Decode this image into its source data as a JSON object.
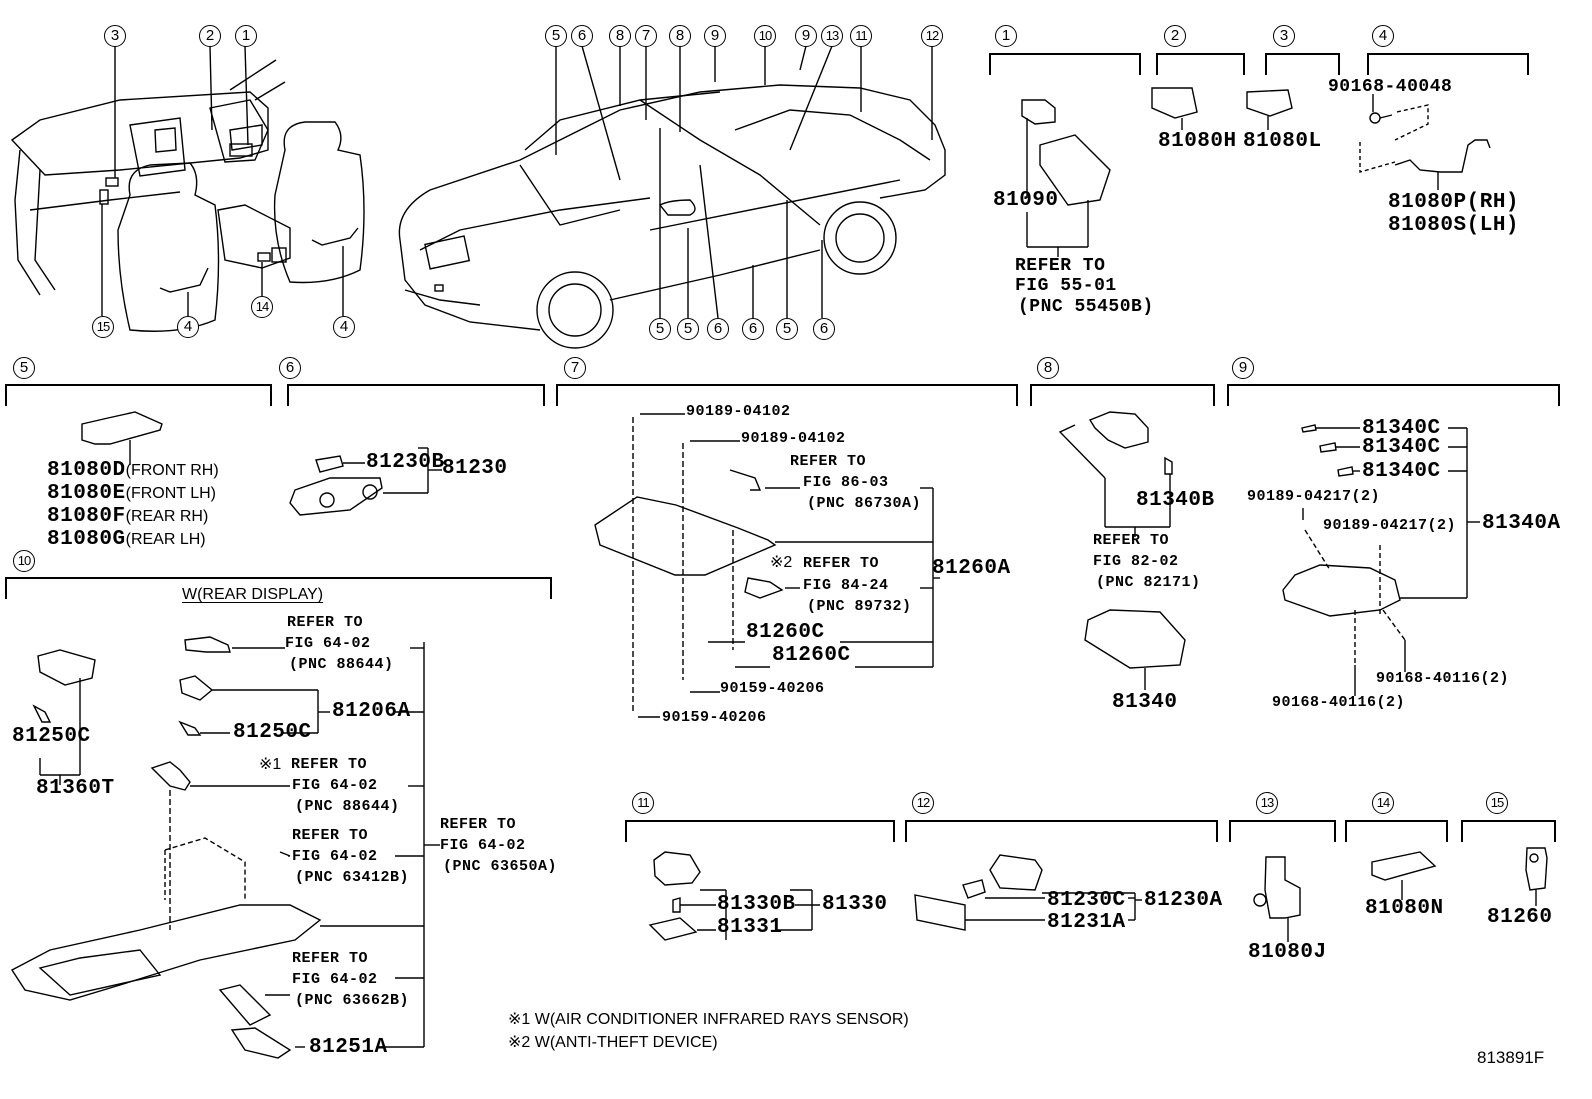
{
  "figure_id": "813891F",
  "overview": {
    "interior_callouts": [
      "3",
      "2",
      "1",
      "15",
      "4",
      "14",
      "4"
    ],
    "exterior_top_callouts": [
      "5",
      "6",
      "8",
      "7",
      "8",
      "9",
      "10",
      "9",
      "13",
      "11",
      "12"
    ],
    "exterior_bottom_callouts": [
      "5",
      "5",
      "6",
      "6",
      "5",
      "6"
    ]
  },
  "sections": {
    "s1": {
      "number": "1",
      "part": "81090",
      "refer": [
        "REFER TO",
        "FIG 55-01",
        "(PNC 55450B)"
      ]
    },
    "s2": {
      "number": "2",
      "part": "81080H"
    },
    "s3": {
      "number": "3",
      "part": "81080L"
    },
    "s4": {
      "number": "4",
      "screw": "90168-40048",
      "part_rh": "81080P(RH)",
      "part_lh": "81080S(LH)"
    },
    "s5": {
      "number": "5",
      "parts": [
        {
          "pn": "81080D",
          "desc": "(FRONT RH)"
        },
        {
          "pn": "81080E",
          "desc": "(FRONT LH)"
        },
        {
          "pn": "81080F",
          "desc": "(REAR RH)"
        },
        {
          "pn": "81080G",
          "desc": "(REAR LH)"
        }
      ]
    },
    "s6": {
      "number": "6",
      "bulb": "81230B",
      "assy": "81230"
    },
    "s7": {
      "number": "7",
      "clip1": "90189-04102",
      "clip2": "90189-04102",
      "refer1": [
        "REFER TO",
        "FIG 86-03",
        "(PNC 86730A)"
      ],
      "refer2_mark": "※2",
      "refer2": [
        "REFER TO",
        "FIG 84-24",
        "(PNC 89732)"
      ],
      "bulb1": "81260C",
      "bulb2": "81260C",
      "screw1": "90159-40206",
      "screw2": "90159-40206",
      "assy": "81260A"
    },
    "s8": {
      "number": "8",
      "bulb": "81340B",
      "refer": [
        "REFER TO",
        "FIG 82-02",
        "(PNC 82171)"
      ],
      "assy": "81340"
    },
    "s9": {
      "number": "9",
      "bulbs": [
        "81340C",
        "81340C",
        "81340C"
      ],
      "clip1": "90189-04217(2)",
      "clip2": "90189-04217(2)",
      "screw1": "90168-40116(2)",
      "screw2": "90168-40116(2)",
      "assy": "81340A"
    },
    "s10": {
      "number": "10",
      "heading": "W(REAR DISPLAY)",
      "refer_a": [
        "REFER TO",
        "FIG 64-02",
        "(PNC 88644)"
      ],
      "lamp_assy": "81206A",
      "bulb_a": "81250C",
      "bulb_b": "81250C",
      "lamp_sub": "81360T",
      "refer_b_mark": "※1",
      "refer_b": [
        "REFER TO",
        "FIG 64-02",
        "(PNC 88644)"
      ],
      "refer_c": [
        "REFER TO",
        "FIG 64-02",
        "(PNC 63412B)"
      ],
      "refer_d": [
        "REFER TO",
        "FIG 64-02",
        "(PNC 63662B)"
      ],
      "refer_main": [
        "REFER TO",
        "FIG 64-02",
        "(PNC 63650A)"
      ],
      "cover": "81251A"
    },
    "s11": {
      "number": "11",
      "bulb": "81330B",
      "lens": "81331",
      "assy": "81330"
    },
    "s12": {
      "number": "12",
      "bulb": "81230C",
      "lens": "81231A",
      "assy": "81230A"
    },
    "s13": {
      "number": "13",
      "part": "81080J"
    },
    "s14": {
      "number": "14",
      "part": "81080N"
    },
    "s15": {
      "number": "15",
      "part": "81260"
    }
  },
  "notes": [
    "※1 W(AIR CONDITIONER INFRARED RAYS SENSOR)",
    "※2 W(ANTI-THEFT DEVICE)"
  ]
}
